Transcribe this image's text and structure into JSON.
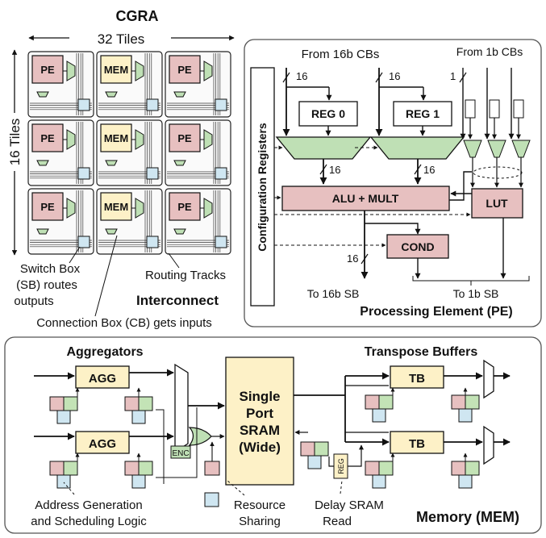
{
  "cgra": {
    "title": "CGRA",
    "width_label": "32 Tiles",
    "height_label": "16 Tiles",
    "tiles": [
      [
        "PE",
        "MEM",
        "PE"
      ],
      [
        "PE",
        "MEM",
        "PE"
      ],
      [
        "PE",
        "MEM",
        "PE"
      ]
    ],
    "sb_label_1": "Switch Box",
    "sb_label_2": "(SB) routes",
    "sb_label_3": "outputs",
    "routing_label": "Routing Tracks",
    "interconnect_label": "Interconnect",
    "cb_label": "Connection Box (CB) gets inputs"
  },
  "pe": {
    "from_16b": "From 16b CBs",
    "from_1b": "From 1b CBs",
    "config_registers": "Configuration Registers",
    "reg0": "REG 0",
    "reg1": "REG 1",
    "alu": "ALU + MULT",
    "lut": "LUT",
    "cond": "COND",
    "w16_a": "16",
    "w16_b": "16",
    "w16_c": "16",
    "w16_d": "16",
    "w16_e": "16",
    "w1": "1",
    "to_16b": "To 16b SB",
    "to_1b": "To 1b SB",
    "title": "Processing Element (PE)"
  },
  "mem": {
    "aggregators": "Aggregators",
    "agg1": "AGG",
    "agg2": "AGG",
    "sram_1": "Single",
    "sram_2": "Port",
    "sram_3": "SRAM",
    "sram_4": "(Wide)",
    "enc": "ENC",
    "transpose": "Transpose Buffers",
    "tb1": "TB",
    "tb2": "TB",
    "reg": "REG",
    "addr_1": "Address Generation",
    "addr_2": "and Scheduling Logic",
    "res_1": "Resource",
    "res_2": "Sharing",
    "delay_1": "Delay SRAM",
    "delay_2": "Read",
    "title": "Memory (MEM)"
  },
  "colors": {
    "pe_fill": "#e7c0c0",
    "mem_fill": "#fdf1c7",
    "mux_fill": "#bfe0b5",
    "sb_fill": "#cfe6f1",
    "green_sq": "#c3e3b6",
    "stroke": "#111111"
  }
}
